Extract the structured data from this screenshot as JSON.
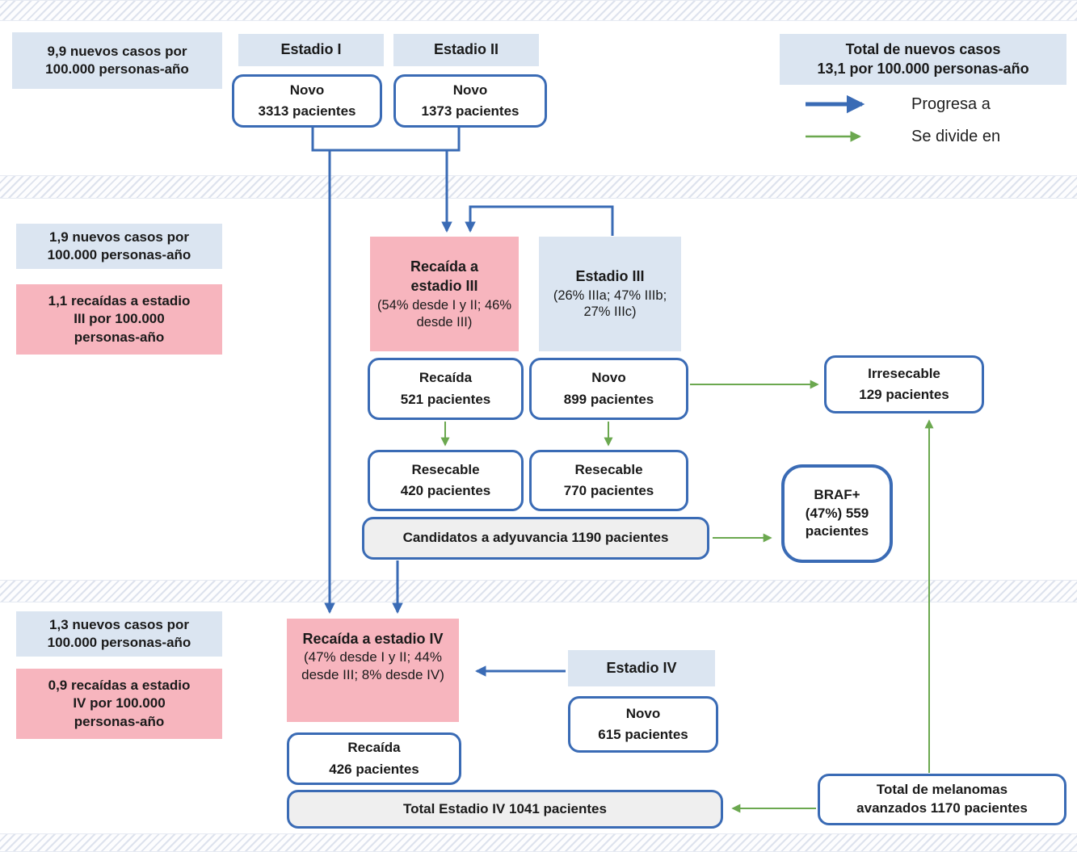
{
  "colors": {
    "node_border": "#3A6BB5",
    "light_blue_fill": "#DBE5F1",
    "pink_fill": "#F7B5BE",
    "gray_fill": "#EFEFEF",
    "blue_arrow": "#3A6BB5",
    "green_arrow": "#6BA84F"
  },
  "legend": {
    "total_lines": [
      "Total de nuevos casos",
      "13,1 por 100.000 personas-año"
    ],
    "blue_arrow_label": "Progresa a",
    "green_arrow_label": "Se divide en"
  },
  "top": {
    "incidence_lines": [
      "9,9 nuevos casos por",
      "100.000 personas-año"
    ],
    "estadio1_header": "Estadio I",
    "estadio2_header": "Estadio II",
    "novo1": {
      "title": "Novo",
      "value": "3313 pacientes"
    },
    "novo2": {
      "title": "Novo",
      "value": "1373 pacientes"
    }
  },
  "mid": {
    "incidence_lines": [
      "1,9 nuevos casos por",
      "100.000 personas-año"
    ],
    "relapse_lines": [
      "1,1 recaídas a estadio",
      "III por 100.000",
      "personas-año"
    ],
    "relapse_stage3": {
      "bold_lines": [
        "Recaída a",
        "estadio III"
      ],
      "detail": "(54% desde I y II; 46% desde III)"
    },
    "estadio3": {
      "title": "Estadio III",
      "detail": "(26% IIIa; 47% IIIb; 27% IIIc)"
    },
    "recaida": {
      "title": "Recaída",
      "value": "521 pacientes"
    },
    "novo": {
      "title": "Novo",
      "value": "899 pacientes"
    },
    "resecable1": {
      "title": "Resecable",
      "value": "420 pacientes"
    },
    "resecable2": {
      "title": "Resecable",
      "value": "770 pacientes"
    },
    "irresecable": {
      "title": "Irresecable",
      "value": "129 pacientes"
    },
    "candidatos": "Candidatos a adyuvancia 1190 pacientes",
    "braf_lines": [
      "BRAF+",
      "(47%) 559",
      "pacientes"
    ]
  },
  "bottom": {
    "incidence_lines": [
      "1,3 nuevos casos por",
      "100.000 personas-año"
    ],
    "relapse_lines": [
      "0,9 recaídas a estadio",
      "IV por 100.000",
      "personas-año"
    ],
    "relapse_stage4": {
      "bold": "Recaída a estadio IV",
      "detail": "(47% desde I y II; 44% desde III; 8% desde IV)"
    },
    "estadio4_header": "Estadio IV",
    "novo": {
      "title": "Novo",
      "value": "615 pacientes"
    },
    "recaida": {
      "title": "Recaída",
      "value": "426 pacientes"
    },
    "total_estadio4": "Total Estadio IV 1041 pacientes",
    "total_melanomas_lines": [
      "Total de melanomas",
      "avanzados 1170 pacientes"
    ]
  }
}
